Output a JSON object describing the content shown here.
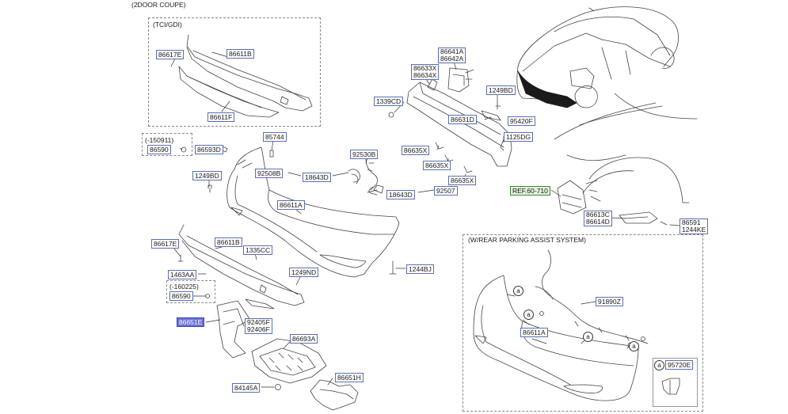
{
  "header": {
    "title": "(2DOOR COUPE)"
  },
  "insets": {
    "tci_gdi": {
      "title": "(TCI/GDI)"
    },
    "rear_parking": {
      "title": "(W/REAR PARKING ASSIST SYSTEM)"
    },
    "date_150911": {
      "title": "(-150911)"
    },
    "date_160225": {
      "title": "(-160225)"
    }
  },
  "callout_symbol": "a",
  "labels": {
    "p86617E_top": "86617E",
    "p86611B_top": "86611B",
    "p86611F": "86611F",
    "p86590_top": "86590",
    "p86593D": "86593D",
    "p85744": "85744",
    "p1249BD_left": "1249BD",
    "p92508B": "92508B",
    "p18643D_top": "18643D",
    "p92530B": "92530B",
    "p18643D_bottom": "18643D",
    "p92507": "92507",
    "p86611A": "86611A",
    "p86617E_mid": "86617E",
    "p86611B_mid": "86611B",
    "p1335CC": "1335CC",
    "p1463AA": "1463AA",
    "p1249ND": "1249ND",
    "p1244BJ": "1244BJ",
    "p86590_bottom": "86590",
    "p86651E": "86651E",
    "p92405F": "92405F",
    "p92406F": "92406F",
    "p86693A": "86693A",
    "p86651H": "86651H",
    "p84145A": "84145A",
    "p86641A": "86641A",
    "p86642A": "86642A",
    "p86633X": "86633X",
    "p86634X": "86634X",
    "p1249BD_right": "1249BD",
    "p1339CD": "1339CD",
    "p86631D": "86631D",
    "p95420F": "95420F",
    "p1125DG": "1125DG",
    "p86635X_a": "86635X",
    "p86635X_b": "86635X",
    "p86635X_c": "86635X",
    "ref_60_710": "REF.60-710",
    "p86613C": "86613C",
    "p86614D": "86614D",
    "p86591": "86591",
    "p1244KE": "1244KE",
    "p91890Z": "91890Z",
    "p86611A_inset": "86611A",
    "p95720E": "95720E"
  },
  "colors": {
    "label_border": "#5b6fb3",
    "highlight": "#6a72d6",
    "reference": "#e3f2dd",
    "line": "#333333"
  }
}
